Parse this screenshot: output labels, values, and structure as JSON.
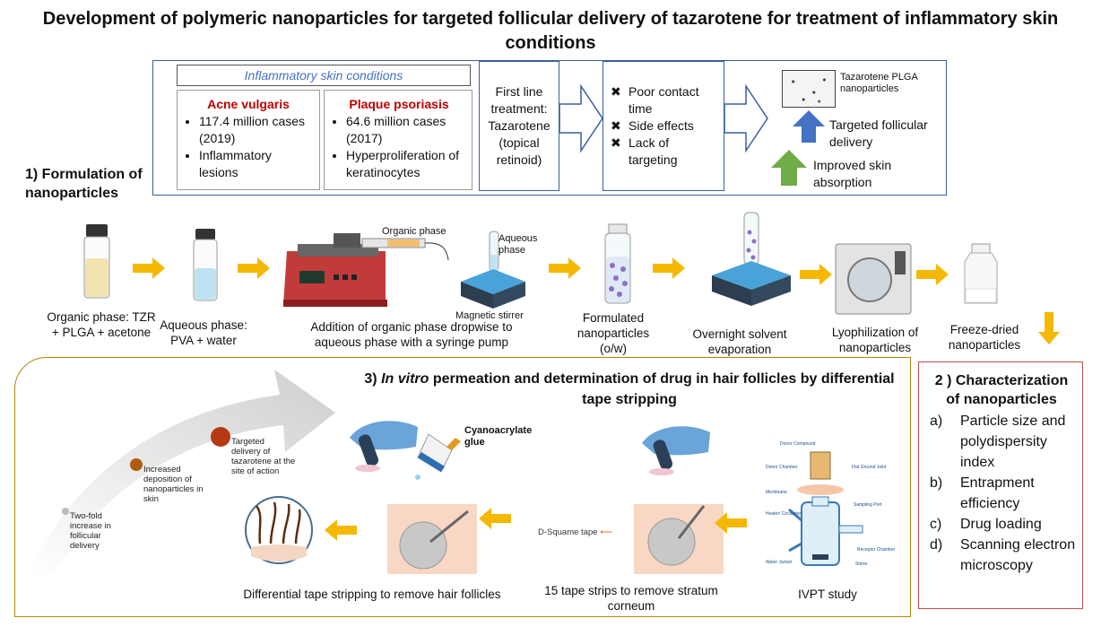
{
  "title": "Development of polymeric nanoparticles for targeted follicular delivery of tazarotene for treatment of inflammatory skin conditions",
  "header_box": {
    "heading": "Inflammatory skin conditions",
    "acne": {
      "name": "Acne vulgaris",
      "bullets": [
        "117.4 million cases (2019)",
        "Inflammatory lesions"
      ]
    },
    "psoriasis": {
      "name": "Plaque psoriasis",
      "bullets": [
        "64.6 million cases (2017)",
        "Hyperproliferation of keratinocytes"
      ]
    },
    "first_line": "First line treatment: Tazarotene (topical retinoid)",
    "limitations": [
      "Poor contact time",
      "Side effects",
      "Lack of targeting"
    ],
    "outcomes": {
      "nanoparticles": "Tazarotene PLGA nanoparticles",
      "targeted": "Targeted follicular delivery",
      "absorption": "Improved skin absorption"
    }
  },
  "formulation": {
    "section_title": "1) Formulation of nanoparticles",
    "steps": [
      "Organic phase: TZR + PLGA + acetone",
      "Aqueous phase: PVA + water",
      "Addition of organic phase dropwise to aqueous phase with a syringe pump",
      "Formulated nanoparticles (o/w)",
      "Overnight solvent evaporation",
      "Lyophilization of nanoparticles",
      "Freeze-dried nanoparticles"
    ],
    "labels": {
      "organic_phase": "Organic phase",
      "aqueous_phase": "Aqueous phase",
      "stirrer": "Magnetic stirrer"
    }
  },
  "permeation": {
    "section_title_italic": "In vitro",
    "section_title_rest": "permeation and determination of drug in hair follicles by differential tape stripping",
    "section_number": "3)",
    "curve_points": [
      "Two-fold increase in follicular delivery",
      "Increased deposition of nanoparticles in skin",
      "Targeted delivery of tazarotene at the site of action"
    ],
    "glue_label": "Cyanoacrylate glue",
    "tape_label": "D-Squame tape",
    "captions": [
      "Differential tape stripping to remove hair follicles",
      "15 tape strips to remove stratum corneum",
      "IVPT study"
    ],
    "ivpt_parts": [
      "Donor Compound",
      "Donor Chamber",
      "Flat Ground Joint",
      "Membrane",
      "Sampling Port",
      "Heater/ Circulator",
      "Receptor Chamber",
      "Stirrer",
      "Water Jacket"
    ]
  },
  "characterization": {
    "section_title": "2 ) Characterization of nanoparticles",
    "items": [
      {
        "marker": "a)",
        "text": "Particle size and polydispersity index"
      },
      {
        "marker": "b)",
        "text": "Entrapment efficiency"
      },
      {
        "marker": "c)",
        "text": "Drug loading"
      },
      {
        "marker": "d)",
        "text": "Scanning electron microscopy"
      }
    ]
  },
  "colors": {
    "frame_blue": "#3a5f9e",
    "frame_brown": "#b8860b",
    "char_border": "#c0504d",
    "arrow_orange": "#f5b800",
    "acne_red": "#c00000",
    "blue_arrow": "#4472c4",
    "green_arrow": "#70ad47"
  }
}
